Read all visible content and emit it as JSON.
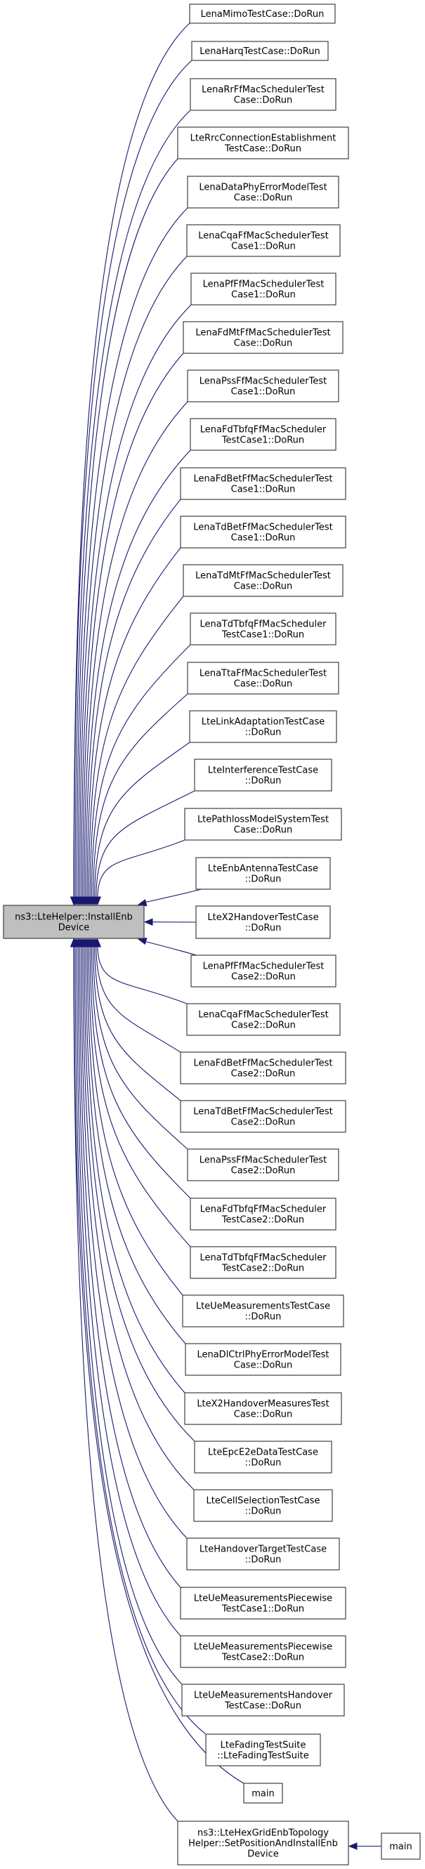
{
  "diagram": {
    "type": "doxygen-caller-graph",
    "edge_color": "#191970",
    "focus_fill": "#bfbfbf",
    "focus_node": {
      "id": "focus",
      "lines": [
        "ns3::LteHelper::InstallEnb",
        "Device"
      ]
    },
    "callers": [
      {
        "id": "n1",
        "lines": [
          "LenaMimoTestCase::DoRun"
        ]
      },
      {
        "id": "n2",
        "lines": [
          "LenaHarqTestCase::DoRun"
        ]
      },
      {
        "id": "n3",
        "lines": [
          "LenaRrFfMacSchedulerTest",
          "Case::DoRun"
        ]
      },
      {
        "id": "n4",
        "lines": [
          "LteRrcConnectionEstablishment",
          "TestCase::DoRun"
        ]
      },
      {
        "id": "n5",
        "lines": [
          "LenaDataPhyErrorModelTest",
          "Case::DoRun"
        ]
      },
      {
        "id": "n6",
        "lines": [
          "LenaCqaFfMacSchedulerTest",
          "Case1::DoRun"
        ]
      },
      {
        "id": "n7",
        "lines": [
          "LenaPfFfMacSchedulerTest",
          "Case1::DoRun"
        ]
      },
      {
        "id": "n8",
        "lines": [
          "LenaFdMtFfMacSchedulerTest",
          "Case::DoRun"
        ]
      },
      {
        "id": "n9",
        "lines": [
          "LenaPssFfMacSchedulerTest",
          "Case1::DoRun"
        ]
      },
      {
        "id": "n10",
        "lines": [
          "LenaFdTbfqFfMacScheduler",
          "TestCase1::DoRun"
        ]
      },
      {
        "id": "n11",
        "lines": [
          "LenaFdBetFfMacSchedulerTest",
          "Case1::DoRun"
        ]
      },
      {
        "id": "n12",
        "lines": [
          "LenaTdBetFfMacSchedulerTest",
          "Case1::DoRun"
        ]
      },
      {
        "id": "n13",
        "lines": [
          "LenaTdMtFfMacSchedulerTest",
          "Case::DoRun"
        ]
      },
      {
        "id": "n14",
        "lines": [
          "LenaTdTbfqFfMacScheduler",
          "TestCase1::DoRun"
        ]
      },
      {
        "id": "n15",
        "lines": [
          "LenaTtaFfMacSchedulerTest",
          "Case::DoRun"
        ]
      },
      {
        "id": "n16",
        "lines": [
          "LteLinkAdaptationTestCase",
          "::DoRun"
        ]
      },
      {
        "id": "n17",
        "lines": [
          "LteInterferenceTestCase",
          "::DoRun"
        ]
      },
      {
        "id": "n18",
        "lines": [
          "LtePathlossModelSystemTest",
          "Case::DoRun"
        ]
      },
      {
        "id": "n19",
        "lines": [
          "LteEnbAntennaTestCase",
          "::DoRun"
        ]
      },
      {
        "id": "n20",
        "lines": [
          "LteX2HandoverTestCase",
          "::DoRun"
        ]
      },
      {
        "id": "n21",
        "lines": [
          "LenaPfFfMacSchedulerTest",
          "Case2::DoRun"
        ]
      },
      {
        "id": "n22",
        "lines": [
          "LenaCqaFfMacSchedulerTest",
          "Case2::DoRun"
        ]
      },
      {
        "id": "n23",
        "lines": [
          "LenaFdBetFfMacSchedulerTest",
          "Case2::DoRun"
        ]
      },
      {
        "id": "n24",
        "lines": [
          "LenaTdBetFfMacSchedulerTest",
          "Case2::DoRun"
        ]
      },
      {
        "id": "n25",
        "lines": [
          "LenaPssFfMacSchedulerTest",
          "Case2::DoRun"
        ]
      },
      {
        "id": "n26",
        "lines": [
          "LenaFdTbfqFfMacScheduler",
          "TestCase2::DoRun"
        ]
      },
      {
        "id": "n27",
        "lines": [
          "LenaTdTbfqFfMacScheduler",
          "TestCase2::DoRun"
        ]
      },
      {
        "id": "n28",
        "lines": [
          "LteUeMeasurementsTestCase",
          "::DoRun"
        ]
      },
      {
        "id": "n29",
        "lines": [
          "LenaDlCtrlPhyErrorModelTest",
          "Case::DoRun"
        ]
      },
      {
        "id": "n30",
        "lines": [
          "LteX2HandoverMeasuresTest",
          "Case::DoRun"
        ]
      },
      {
        "id": "n31",
        "lines": [
          "LteEpcE2eDataTestCase",
          "::DoRun"
        ]
      },
      {
        "id": "n32",
        "lines": [
          "LteCellSelectionTestCase",
          "::DoRun"
        ]
      },
      {
        "id": "n33",
        "lines": [
          "LteHandoverTargetTestCase",
          "::DoRun"
        ]
      },
      {
        "id": "n34",
        "lines": [
          "LteUeMeasurementsPiecewise",
          "TestCase1::DoRun"
        ]
      },
      {
        "id": "n35",
        "lines": [
          "LteUeMeasurementsPiecewise",
          "TestCase2::DoRun"
        ]
      },
      {
        "id": "n36",
        "lines": [
          "LteUeMeasurementsHandover",
          "TestCase::DoRun"
        ]
      },
      {
        "id": "n37",
        "lines": [
          "LteFadingTestSuite",
          "::LteFadingTestSuite"
        ]
      },
      {
        "id": "n38",
        "lines": [
          "main"
        ]
      },
      {
        "id": "n39",
        "lines": [
          "ns3::LteHexGridEnbTopology",
          "Helper::SetPositionAndInstallEnb",
          "Device"
        ]
      }
    ],
    "second_level": [
      {
        "id": "n40",
        "lines": [
          "main"
        ],
        "calls": "n39"
      }
    ]
  }
}
